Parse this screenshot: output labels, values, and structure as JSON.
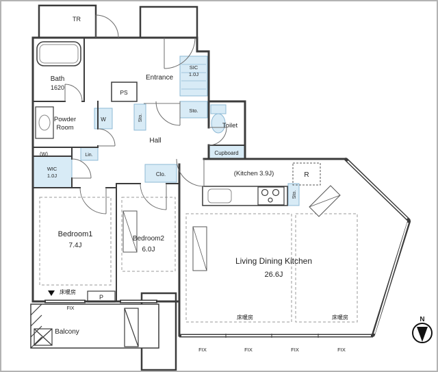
{
  "plan": {
    "kind": "apartment-floorplan"
  },
  "labels": {
    "tr": "TR",
    "bath_name": "Bath",
    "bath_size": "1620",
    "entrance": "Entrance",
    "sic_name": "SIC",
    "sic_size": "1.0J",
    "sto": "Sto.",
    "ps": "PS",
    "powder_line1": "Powder",
    "powder_line2": "Room",
    "washer": "W",
    "washer_paren": "(W)",
    "linen": "Lin.",
    "hall": "Hall",
    "toilet": "Toilet",
    "cupboard": "Cupboard",
    "wic_name": "WIC",
    "wic_size": "1.0J",
    "kitchen": "(Kitchen 3.9J)",
    "fridge": "R",
    "closet": "Clo.",
    "bedroom1_name": "Bedroom1",
    "bedroom1_size": "7.4J",
    "bedroom2_name": "Bedroom2",
    "bedroom2_size": "6.0J",
    "ldk_name": "Living Dining Kitchen",
    "ldk_size": "26.6J",
    "floor_heating": "床暖房",
    "balcony": "Balcony",
    "pipe_space": "P",
    "fix": "FIX",
    "north": "N"
  },
  "colors": {
    "wall": "#3b3b3b",
    "fixture_fill": "#d8ebf6",
    "fixture_stroke": "#8cb8d4",
    "background": "#ffffff",
    "border": "#b3b3b3"
  }
}
